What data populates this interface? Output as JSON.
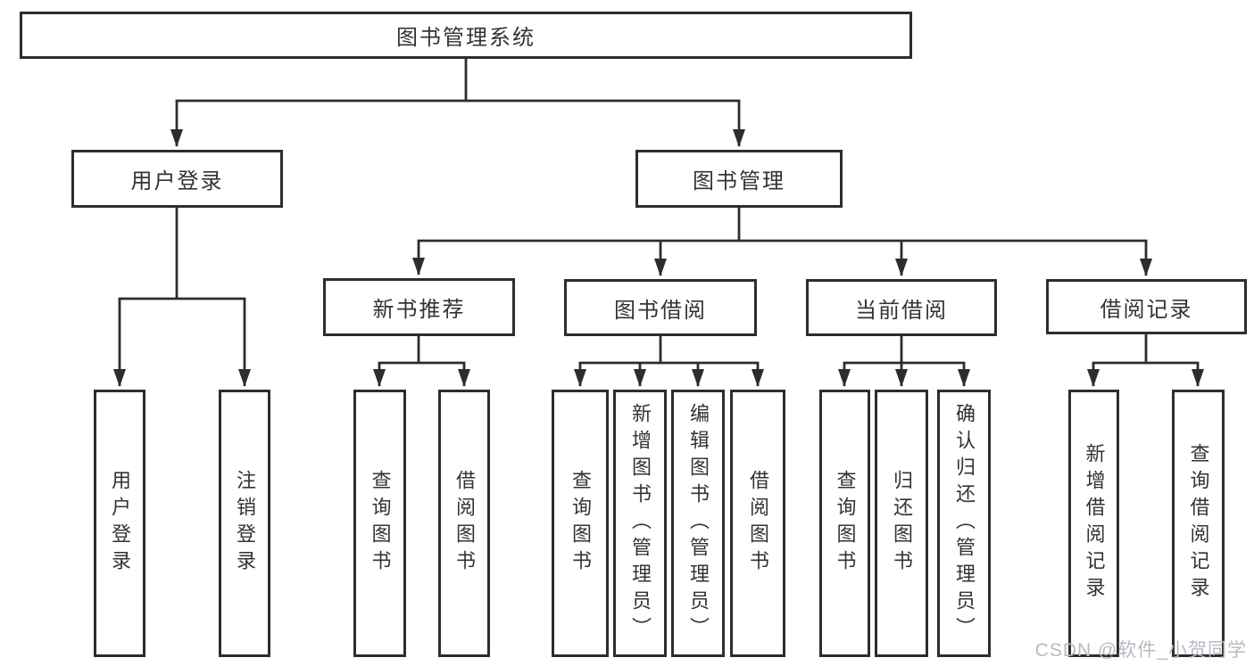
{
  "diagram_title": "图书管理系统",
  "tree": {
    "label": "图书管理系统",
    "children": [
      {
        "label": "用户登录",
        "children": [
          {
            "label": "用户登录"
          },
          {
            "label": "注销登录"
          }
        ]
      },
      {
        "label": "图书管理",
        "children": [
          {
            "label": "新书推荐",
            "children": [
              {
                "label": "查询图书"
              },
              {
                "label": "借阅图书"
              }
            ]
          },
          {
            "label": "图书借阅",
            "children": [
              {
                "label": "查询图书"
              },
              {
                "label": "新增图书（管理员）"
              },
              {
                "label": "编辑图书（管理员）"
              },
              {
                "label": "借阅图书"
              }
            ]
          },
          {
            "label": "当前借阅",
            "children": [
              {
                "label": "查询图书"
              },
              {
                "label": "归还图书"
              },
              {
                "label": "确认归还（管理员）"
              }
            ]
          },
          {
            "label": "借阅记录",
            "children": [
              {
                "label": "新增借阅记录"
              },
              {
                "label": "查询借阅记录"
              }
            ]
          }
        ]
      }
    ]
  },
  "watermark": {
    "text": "CSDN @软件_小贺同学"
  },
  "colors": {
    "line": "#2d2d2d",
    "box_border": "#2d2d2d",
    "text": "#333333",
    "watermark": "#b6bac1",
    "background": "#ffffff"
  }
}
